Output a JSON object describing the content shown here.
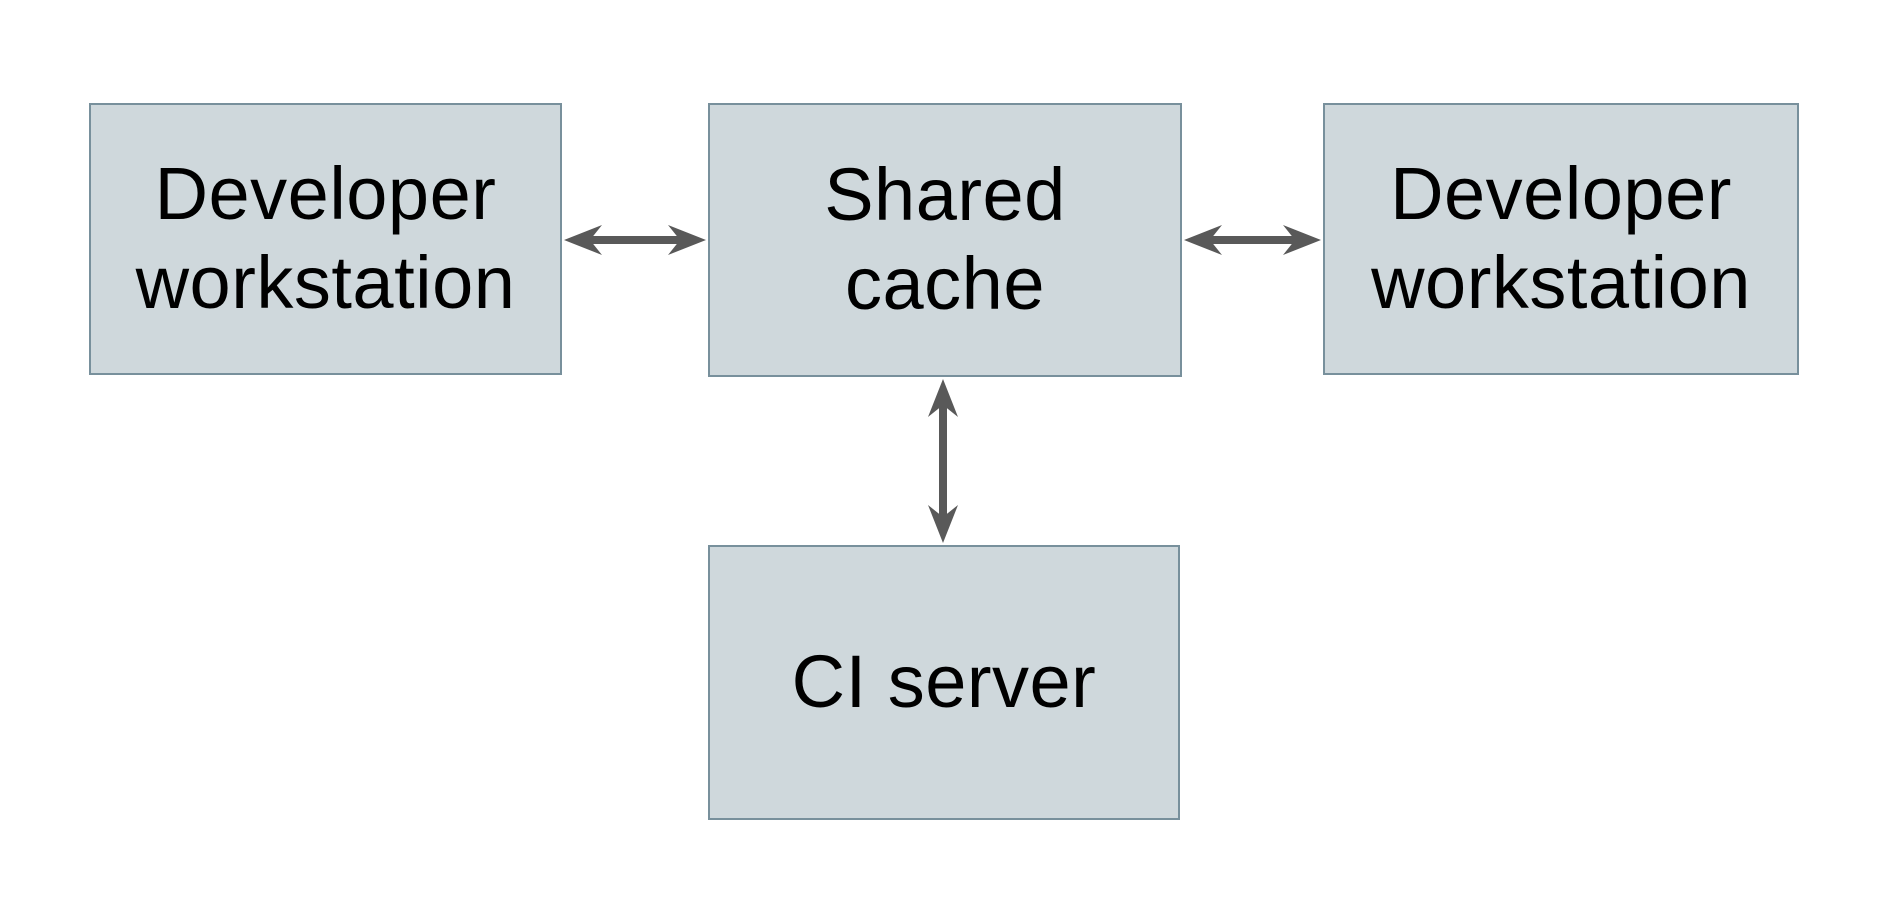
{
  "diagram": {
    "nodes": [
      {
        "id": "developer-workstation-left",
        "label": "Developer\nworkstation"
      },
      {
        "id": "shared-cache",
        "label": "Shared\ncache"
      },
      {
        "id": "developer-workstation-right",
        "label": "Developer\nworkstation"
      },
      {
        "id": "ci-server",
        "label": "CI server"
      }
    ],
    "edges": [
      {
        "from": "developer-workstation-left",
        "to": "shared-cache",
        "direction": "bidirectional"
      },
      {
        "from": "shared-cache",
        "to": "developer-workstation-right",
        "direction": "bidirectional"
      },
      {
        "from": "shared-cache",
        "to": "ci-server",
        "direction": "bidirectional"
      }
    ],
    "colors": {
      "background": "#ffffff",
      "node_fill": "#cfd8dc",
      "node_border": "#78909c",
      "arrow": "#595959",
      "text": "#000000"
    }
  }
}
